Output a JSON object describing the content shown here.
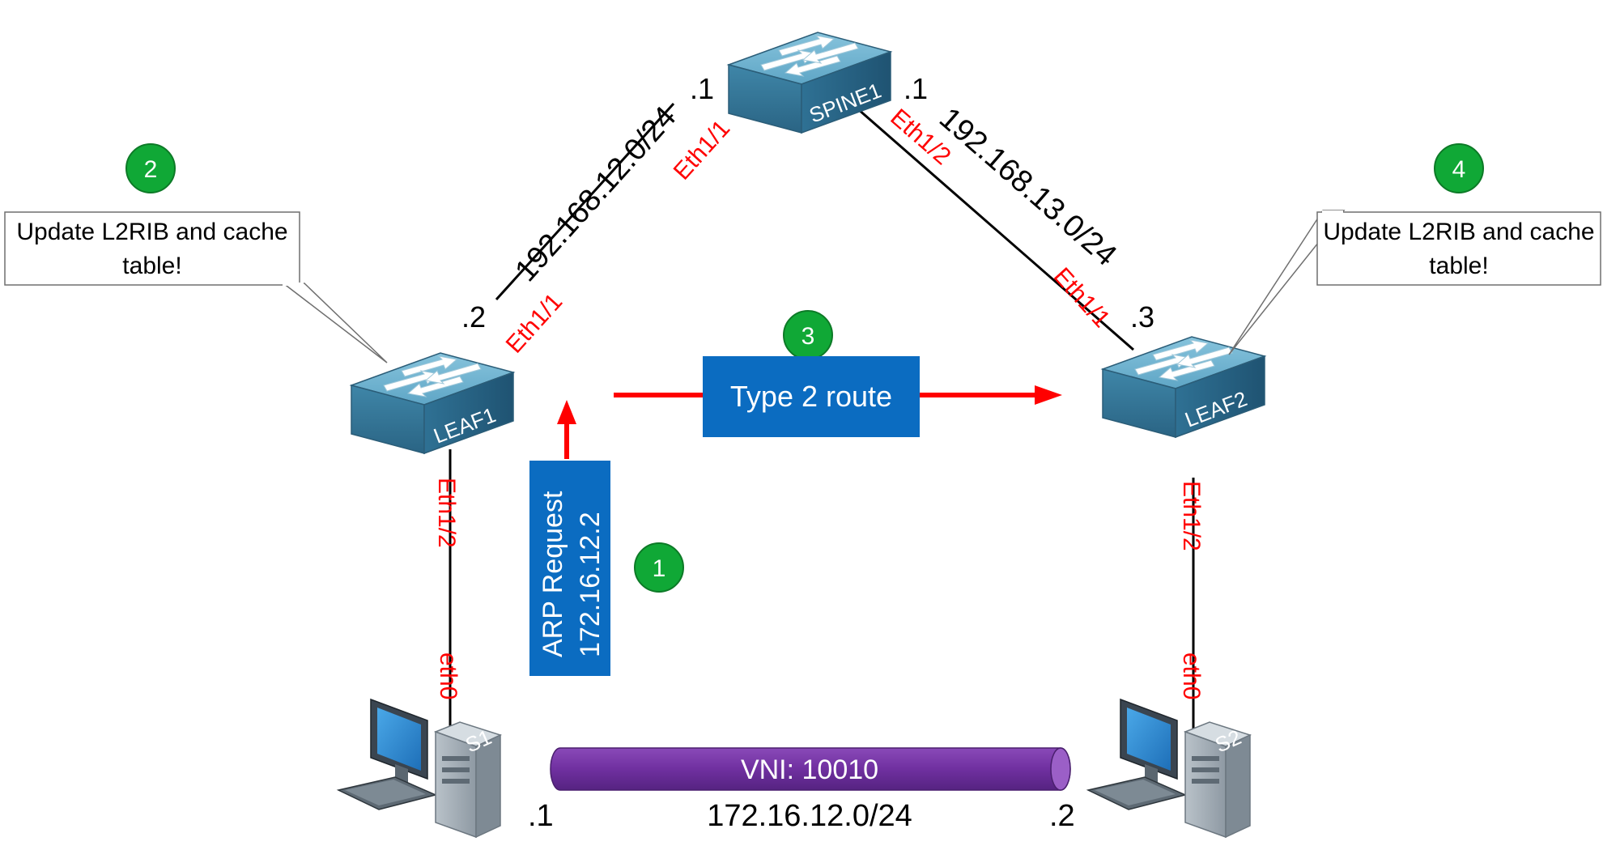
{
  "devices": {
    "spine": {
      "name": "SPINE1"
    },
    "leaf1": {
      "name": "LEAF1"
    },
    "leaf2": {
      "name": "LEAF2"
    },
    "s1": {
      "name": "S1"
    },
    "s2": {
      "name": "S2"
    }
  },
  "links": {
    "spine_leaf1": {
      "subnet": "192.168.12.0/24",
      "spine_if": "Eth1/1",
      "leaf_if": "Eth1/1",
      "spine_ip": ".1",
      "leaf_ip": ".2"
    },
    "spine_leaf2": {
      "subnet": "192.168.13.0/24",
      "spine_if": "Eth1/2",
      "leaf_if": "Eth1/1",
      "spine_ip": ".1",
      "leaf_ip": ".3"
    },
    "leaf1_s1": {
      "leaf_if": "Eth1/2",
      "host_if": "eth0"
    },
    "leaf2_s2": {
      "leaf_if": "Eth1/2",
      "host_if": "eth0"
    }
  },
  "tunnel": {
    "label": "VNI: 10010",
    "subnet": "172.16.12.0/24",
    "s1_ip": ".1",
    "s2_ip": ".2"
  },
  "steps": [
    {
      "number": "1"
    },
    {
      "number": "2"
    },
    {
      "number": "3"
    },
    {
      "number": "4"
    }
  ],
  "callouts": {
    "left": {
      "line1": "Update L2RIB and cache",
      "line2": "table!"
    },
    "right": {
      "line1": "Update L2RIB and cache",
      "line2": "table!"
    }
  },
  "messages": {
    "arp": {
      "line1": "ARP Request",
      "line2": "172.16.12.2"
    },
    "type2": {
      "label": "Type 2 route"
    }
  },
  "colors": {
    "interface_label": "#ff0000",
    "step_badge": "#10a836",
    "message_box": "#0b6cc1",
    "tunnel": "#7030a0",
    "arrow": "#ff0000",
    "switch_body": "#4f97b8"
  }
}
